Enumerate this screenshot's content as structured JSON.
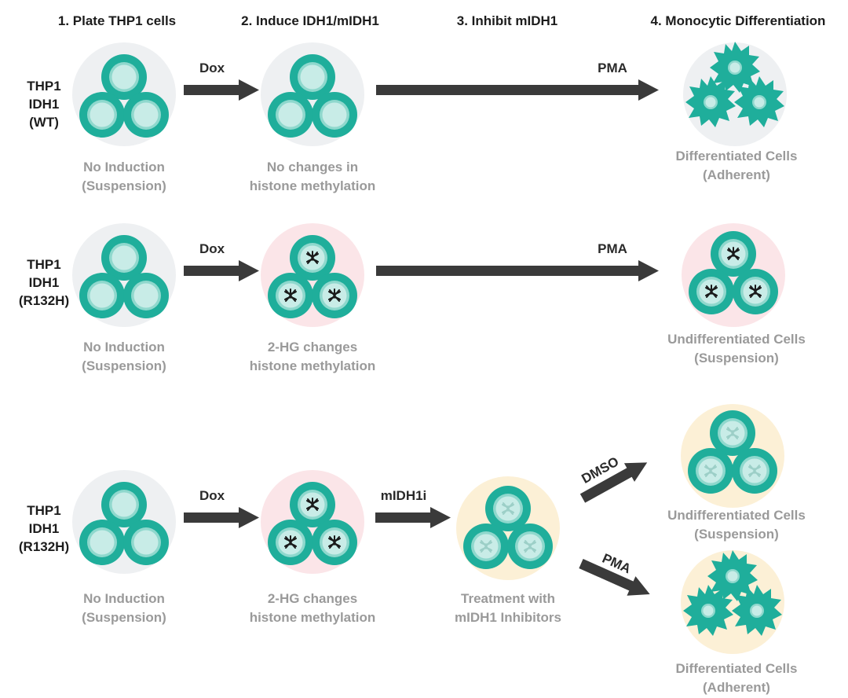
{
  "headers": [
    "1. Plate THP1 cells",
    "2. Induce IDH1/mIDH1",
    "3. Inhibit mIDH1",
    "4. Monocytic Differentiation"
  ],
  "rows": [
    {
      "label": [
        "THP1",
        "IDH1",
        "(WT)"
      ],
      "step1_caption": [
        "No Induction",
        "(Suspension)"
      ],
      "dox_label": "Dox",
      "step2_caption": [
        "No changes in",
        "histone methylation"
      ],
      "pma_label": "PMA",
      "result_caption": [
        "Differentiated Cells",
        "(Adherent)"
      ]
    },
    {
      "label": [
        "THP1",
        "IDH1",
        "(R132H)"
      ],
      "step1_caption": [
        "No Induction",
        "(Suspension)"
      ],
      "dox_label": "Dox",
      "step2_caption": [
        "2-HG changes",
        "histone methylation"
      ],
      "pma_label": "PMA",
      "result_caption": [
        "Undifferentiated Cells",
        "(Suspension)"
      ]
    },
    {
      "label": [
        "THP1",
        "IDH1",
        "(R132H)"
      ],
      "step1_caption": [
        "No Induction",
        "(Suspension)"
      ],
      "dox_label": "Dox",
      "step2_caption": [
        "2-HG changes",
        "histone methylation"
      ],
      "inhibitor_label": "mIDH1i",
      "step3_caption": [
        "Treatment with",
        "mIDH1 Inhibitors"
      ],
      "dmso_label": "DMSO",
      "dmso_result_caption": [
        "Undifferentiated Cells",
        "(Suspension)"
      ],
      "pma_label": "PMA",
      "pma_result_caption": [
        "Differentiated Cells",
        "(Adherent)"
      ]
    }
  ],
  "colors": {
    "cell_outer": "#1fae9b",
    "cell_ring": "#8fd8cd",
    "nucleus": "#c8ece7",
    "arrow": "#3a3a3a",
    "bg_gray": "#eef0f2",
    "bg_pink": "#fbe5e8",
    "bg_yellow": "#fcf0d6",
    "header_text": "#1c1c1c",
    "caption_text": "#9a9a9a"
  }
}
